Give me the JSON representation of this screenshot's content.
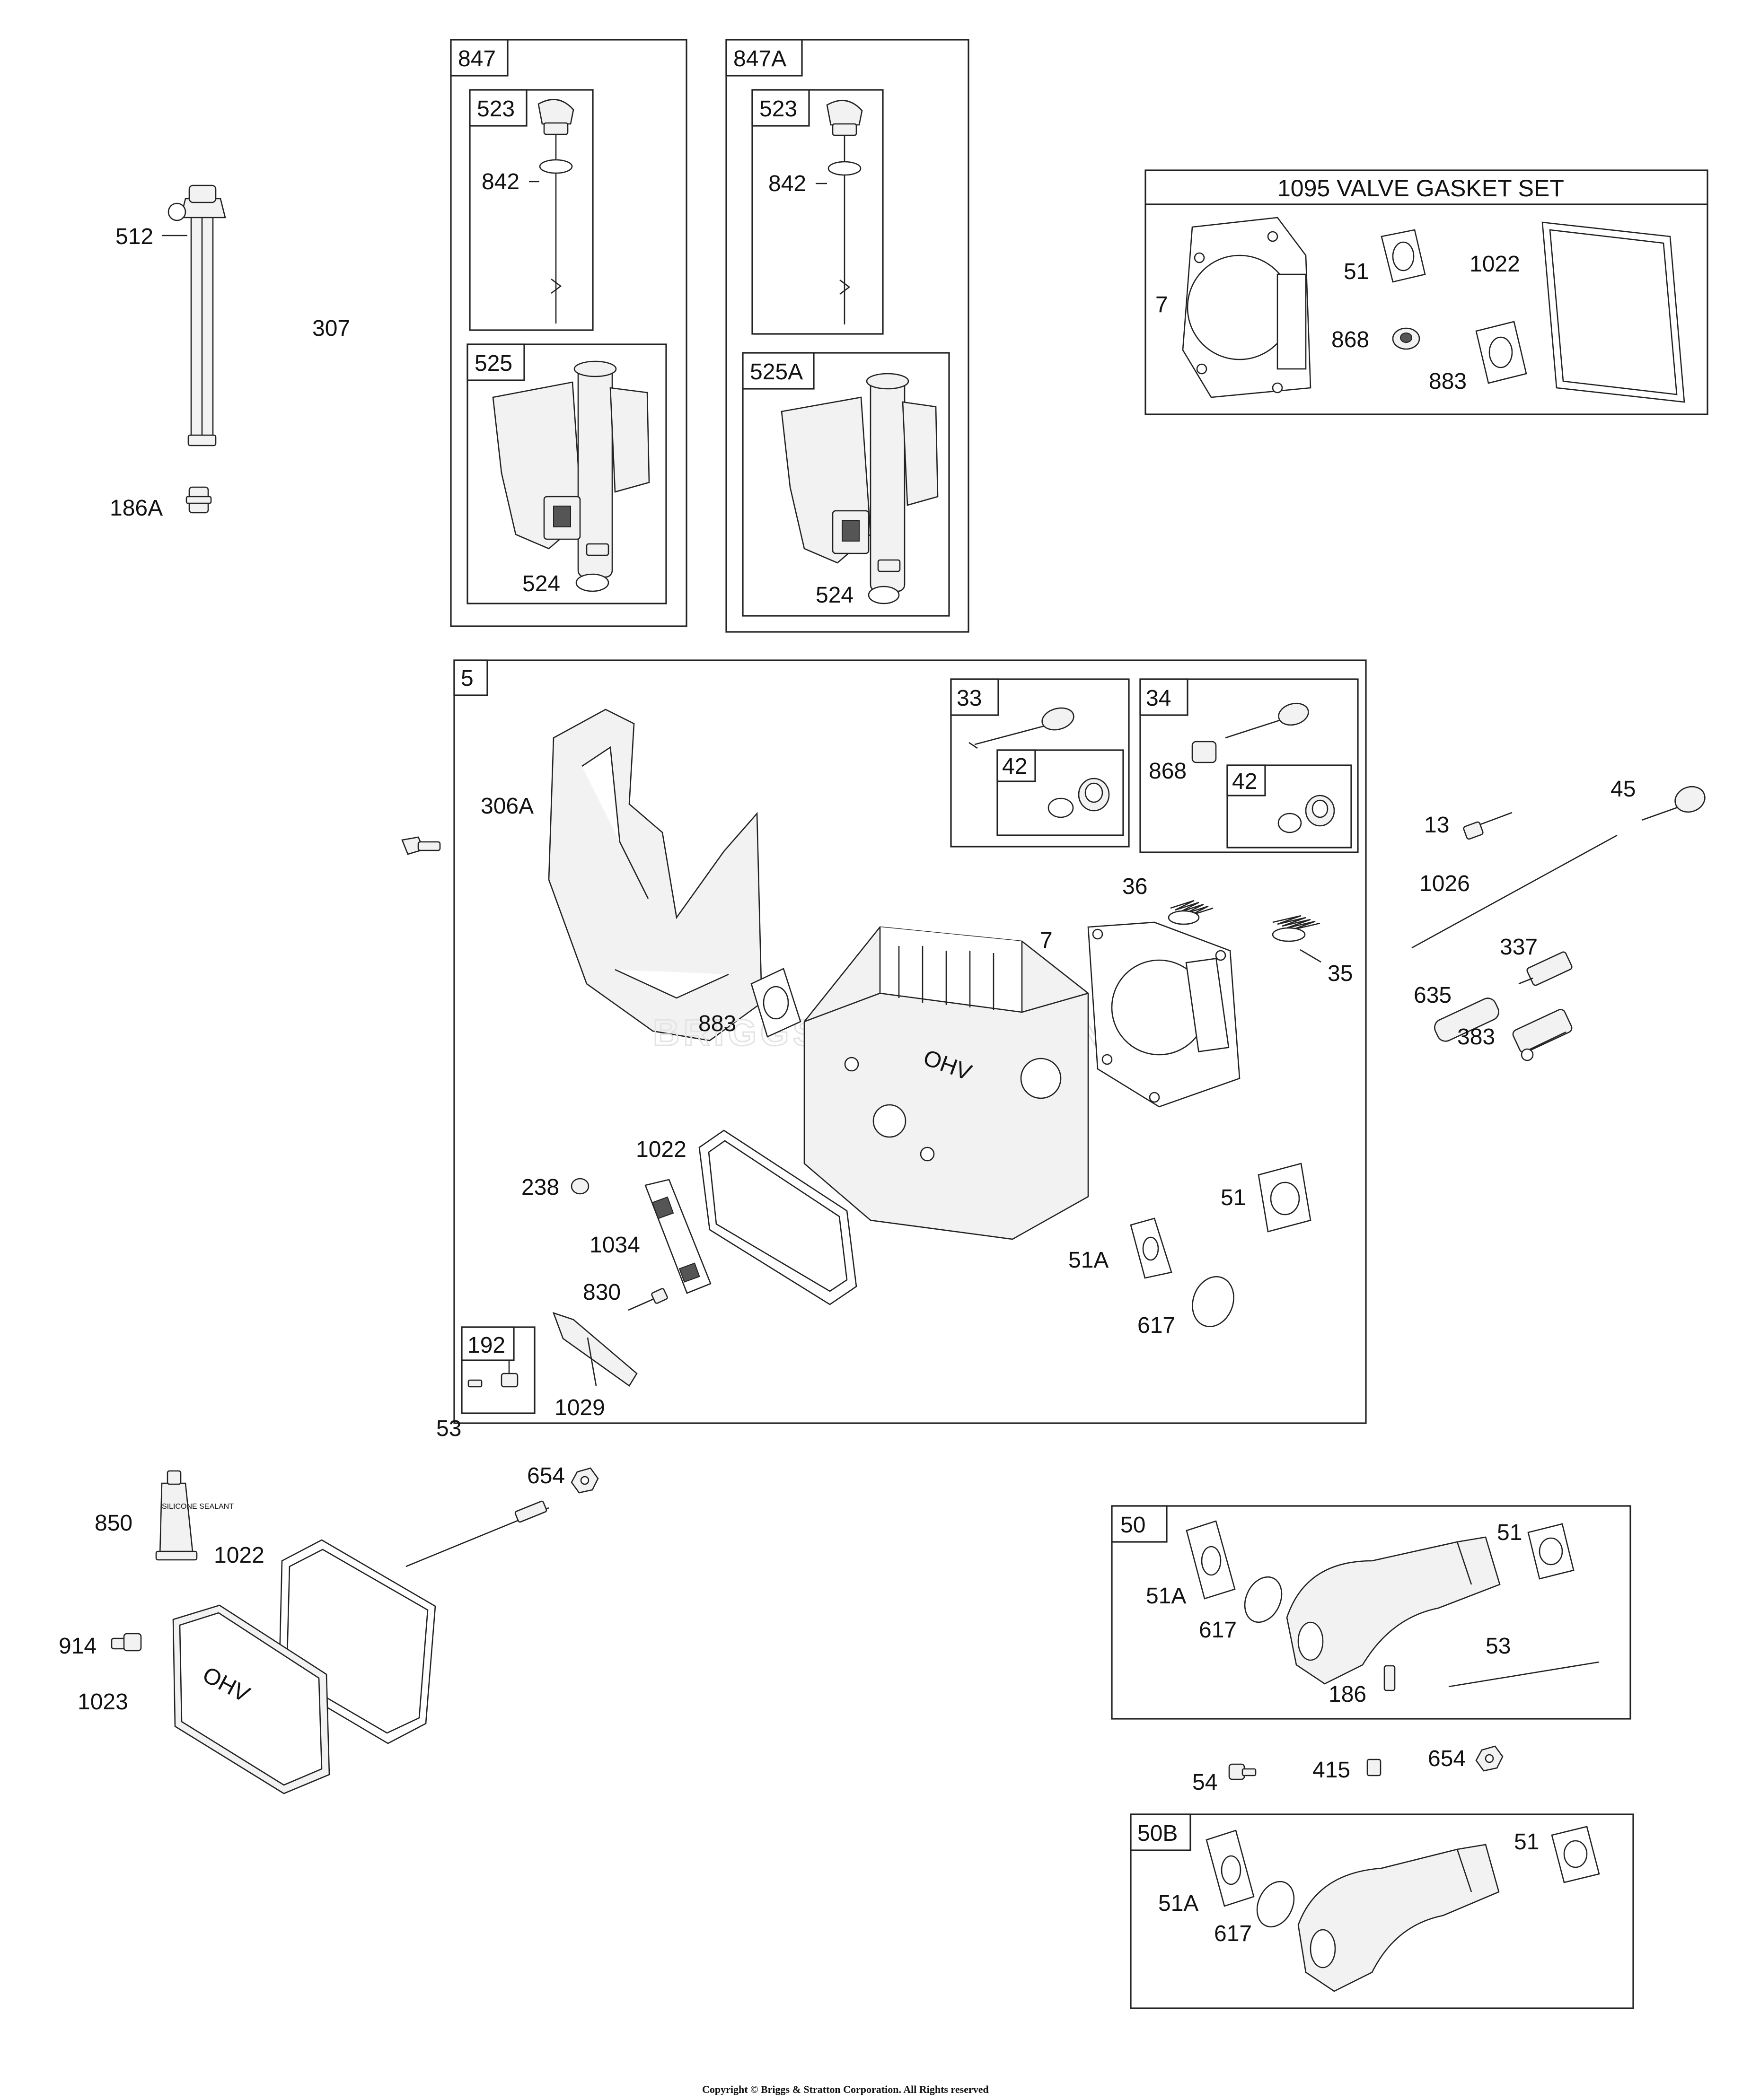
{
  "copyright": "Copyright © Briggs & Stratton Corporation. All Rights reserved",
  "watermark": "BRIGGS & STRATTON",
  "cover_text": "OHV",
  "tube_text": "SILICONE SEALANT",
  "labels": {
    "p512": "512",
    "p307": "307",
    "p186A": "186A",
    "g847": "847",
    "g847_523": "523",
    "g847_842": "842",
    "g847_525": "525",
    "g847_524": "524",
    "g847A": "847A",
    "g847A_523": "523",
    "g847A_842": "842",
    "g847A_525A": "525A",
    "g847A_524": "524",
    "g1095_title": "1095 VALVE GASKET SET",
    "g1095_7": "7",
    "g1095_51": "51",
    "g1095_1022": "1022",
    "g1095_868": "868",
    "g1095_883": "883",
    "g5": "5",
    "g5_306A": "306A",
    "g5_33": "33",
    "g5_33_42": "42",
    "g5_34": "34",
    "g5_34_868": "868",
    "g5_34_42": "42",
    "g5_36": "36",
    "g5_7": "7",
    "g5_35": "35",
    "g5_883": "883",
    "g5_1022": "1022",
    "g5_238": "238",
    "g5_1034": "1034",
    "g5_830": "830",
    "g5_192": "192",
    "g5_1029": "1029",
    "g5_51": "51",
    "g5_51A": "51A",
    "g5_617": "617",
    "p53": "53",
    "p13": "13",
    "p45": "45",
    "p1026": "1026",
    "p337": "337",
    "p635": "635",
    "p383": "383",
    "p654a": "654",
    "p850": "850",
    "p1022": "1022",
    "p914": "914",
    "p1023": "1023",
    "g50": "50",
    "g50_51A": "51A",
    "g50_617": "617",
    "g50_51": "51",
    "g50_53": "53",
    "g50_186": "186",
    "p54": "54",
    "p415": "415",
    "p654b": "654",
    "g50B": "50B",
    "g50B_51A": "51A",
    "g50B_617": "617",
    "g50B_51": "51"
  },
  "icons": [
    "dipstick-tube-icon",
    "oil-fill-tube-icon",
    "dipstick-icon",
    "cylinder-head-icon",
    "valve-icon",
    "spring-icon",
    "gasket-icon",
    "rocker-cover-icon",
    "intake-manifold-icon",
    "spark-plug-icon",
    "push-rod-icon",
    "bolt-icon",
    "nut-icon",
    "sealant-tube-icon",
    "air-guide-icon"
  ]
}
